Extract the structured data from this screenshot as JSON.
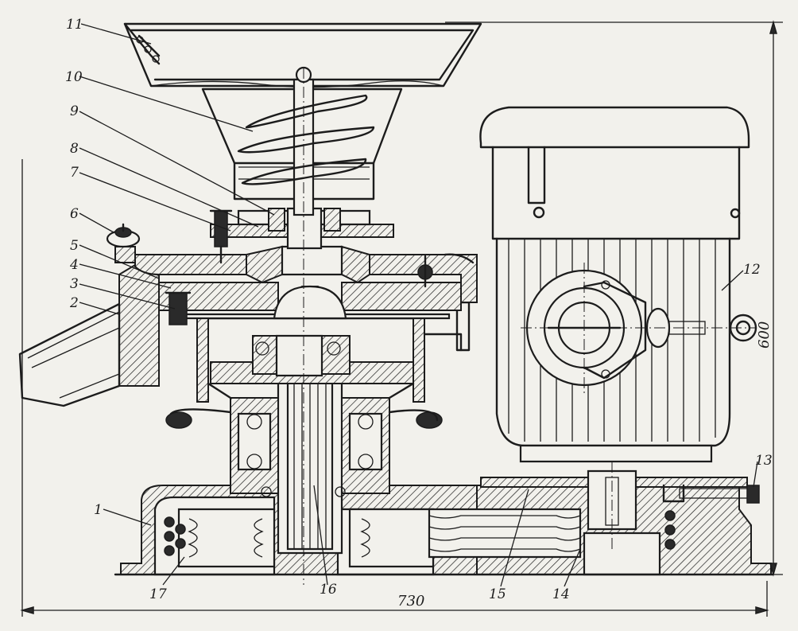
{
  "labels": [
    {
      "id": "1",
      "text": "1"
    },
    {
      "id": "2",
      "text": "2"
    },
    {
      "id": "3",
      "text": "3"
    },
    {
      "id": "4",
      "text": "4"
    },
    {
      "id": "5",
      "text": "5"
    },
    {
      "id": "6",
      "text": "6"
    },
    {
      "id": "7",
      "text": "7"
    },
    {
      "id": "8",
      "text": "8"
    },
    {
      "id": "9",
      "text": "9"
    },
    {
      "id": "10",
      "text": "10"
    },
    {
      "id": "11",
      "text": "11"
    },
    {
      "id": "12",
      "text": "12"
    },
    {
      "id": "13",
      "text": "13"
    },
    {
      "id": "14",
      "text": "14"
    },
    {
      "id": "15",
      "text": "15"
    },
    {
      "id": "16",
      "text": "16"
    },
    {
      "id": "17",
      "text": "17"
    }
  ],
  "dimensions": {
    "height": "600",
    "width": "730"
  }
}
